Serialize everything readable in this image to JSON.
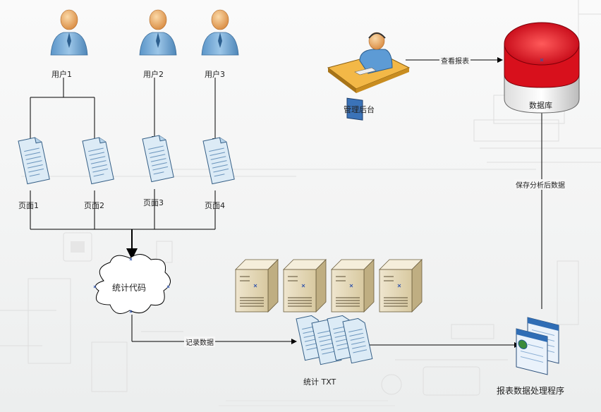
{
  "diagram": {
    "users": [
      {
        "label": "用户1"
      },
      {
        "label": "用户2"
      },
      {
        "label": "用户3"
      }
    ],
    "pages": [
      {
        "label": "页面1"
      },
      {
        "label": "页面2"
      },
      {
        "label": "页面3"
      },
      {
        "label": "页面4"
      }
    ],
    "stats_code": {
      "label": "统计代码"
    },
    "stats_txt": {
      "label": "统计  TXT"
    },
    "report_program": {
      "label": "报表数据处理程序"
    },
    "database": {
      "label": "数据库"
    },
    "admin": {
      "label": "管理后台"
    },
    "edges": {
      "record_data": "记录数据",
      "view_report": "查看报表",
      "save_analyzed": "保存分析后数据"
    },
    "colors": {
      "person_body": "#7fb3dc",
      "person_head": "#f0b070",
      "doc_fill": "#dcebf6",
      "server_fill": "#e8dcc0",
      "db_red": "#e0141e",
      "line": "#000000"
    }
  }
}
